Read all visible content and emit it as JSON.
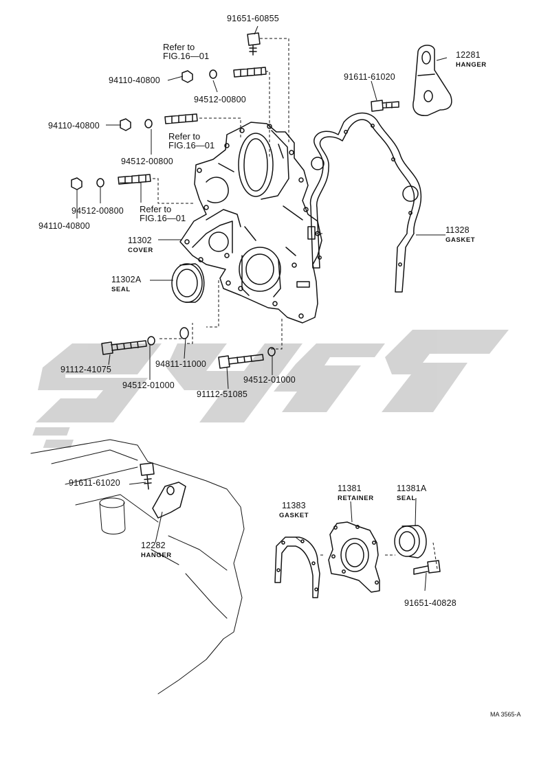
{
  "diagram": {
    "parts": {
      "p91651_60855": "91651-60855",
      "p12281": "12281",
      "hanger_top": "HANGER",
      "p94110_a": "94110-40800",
      "p94512_a": "94512-00800",
      "p91611_a": "91611-61020",
      "p94110_b": "94110-40800",
      "p94512_b": "94512-00800",
      "p94512_c": "94512-00800",
      "p94110_c": "94110-40800",
      "p11328": "11328",
      "gasket_top": "GASKET",
      "p11302": "11302",
      "cover": "COVER",
      "p11302A": "11302A",
      "seal_top": "SEAL",
      "p91112_41075": "91112-41075",
      "p94512_01000_a": "94512-01000",
      "p94811": "94811-11000",
      "p94512_01000_b": "94512-01000",
      "p91112_51085": "91112-51085",
      "p91611_b": "91611-61020",
      "p12282": "12282",
      "hanger_bottom": "HANGER",
      "p11383": "11383",
      "gasket_bottom": "GASKET",
      "p11381": "11381",
      "retainer": "RETAINER",
      "p11381A": "11381A",
      "seal_bottom": "SEAL",
      "p91651_40828": "91651-40828"
    },
    "refs": {
      "r1_a": "Refer to",
      "r1_b": "FIG.16—01",
      "r2_a": "Refer to",
      "r2_b": "FIG.16—01",
      "r3_a": "Refer to",
      "r3_b": "FIG.16—01"
    },
    "figure_code": "MA 3565-A",
    "colors": {
      "ink": "#111111",
      "watermark": "#cfcfcf"
    }
  }
}
